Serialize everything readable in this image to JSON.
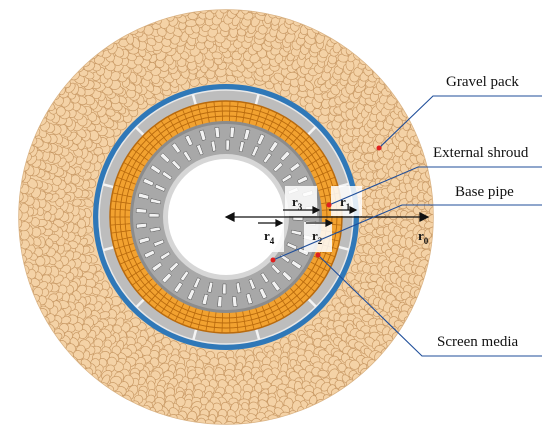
{
  "labels": {
    "gravel_pack": "Gravel pack",
    "external_shroud": "External shroud",
    "base_pipe": "Base pipe",
    "screen_media": "Screen media"
  },
  "radii": [
    {
      "id": "r0",
      "base": "r",
      "sub": "0"
    },
    {
      "id": "r1",
      "base": "r",
      "sub": "1"
    },
    {
      "id": "r2",
      "base": "r",
      "sub": "2"
    },
    {
      "id": "r3",
      "base": "r",
      "sub": "3"
    },
    {
      "id": "r4",
      "base": "r",
      "sub": "4"
    }
  ],
  "colors": {
    "gravel_fill": "#F4D2A6",
    "gravel_stroke": "#C99A66",
    "shroud_blue": "#2F78B8",
    "shroud_gray": "#BDBDBD",
    "media_orange": "#F2A230",
    "media_grid": "#B86A0E",
    "base_pipe_gray": "#9A9A9A",
    "leader_line": "#1F4E9A",
    "marker_red": "#E02020"
  }
}
